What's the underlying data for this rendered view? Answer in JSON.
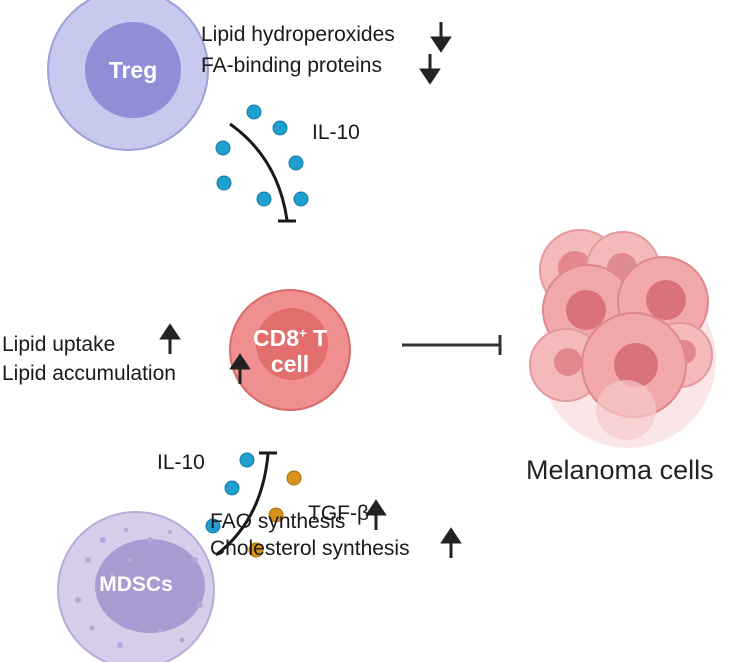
{
  "treg": {
    "name": "Treg",
    "effects": [
      "Lipid hydroperoxides",
      "FA-binding proteins"
    ],
    "effect_direction": "down",
    "cytokine": "IL-10"
  },
  "cd8": {
    "name_line1": "CD8",
    "name_sup": "+",
    "name_line1_suffix": " T",
    "name_line2": "cell",
    "effects": [
      "Lipid uptake",
      "Lipid accumulation"
    ],
    "effect_direction": "up"
  },
  "mdsc": {
    "name": "MDSCs",
    "cytokines": [
      "IL-10",
      "TGF-β"
    ],
    "effects": [
      "FAO synthesis",
      "Cholesterol synthesis"
    ],
    "effect_direction": "up"
  },
  "tumor": {
    "label": "Melanoma cells"
  },
  "colors": {
    "treg_outer": "#c7c9ef",
    "treg_inner": "#8f8fd8",
    "cd8_outer": "#ef8f8f",
    "cd8_inner": "#e06a6a",
    "mdsc_outer": "#d6cdea",
    "mdsc_inner": "#a99ad1",
    "il10_dot": "#1f9fd0",
    "tgfb_dot": "#d8921a",
    "melanoma": "#f0a6a8",
    "melanoma_nucleus": "#d9727a"
  }
}
